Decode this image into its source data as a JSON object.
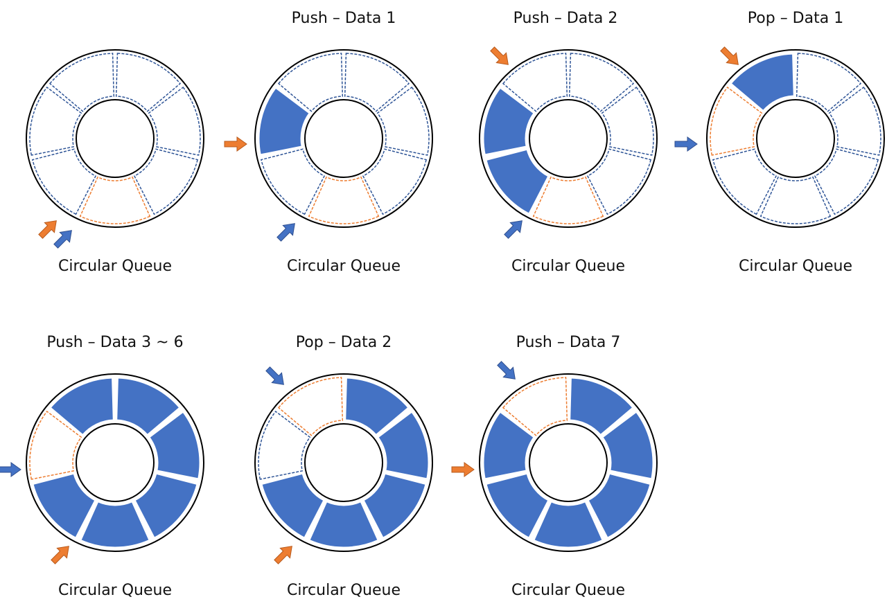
{
  "colors": {
    "filled": "#4472C4",
    "outline_blue": "#2F5597",
    "outline_orange": "#ED7D31",
    "arrow_orange": "#ED7D31",
    "arrow_blue": "#4472C4",
    "ring": "#000000"
  },
  "panels": [
    {
      "title": "",
      "caption": "Circular Queue",
      "slots": [
        "empty-blue",
        "empty-blue",
        "empty-blue",
        "empty-orange",
        "empty-blue",
        "empty-blue",
        "empty-blue"
      ]
    },
    {
      "title": "Push – Data 1",
      "caption": "Circular Queue",
      "slots": [
        "empty-blue",
        "empty-blue",
        "empty-blue",
        "empty-orange",
        "empty-blue",
        "filled",
        "empty-blue"
      ]
    },
    {
      "title": "Push – Data 2",
      "caption": "Circular Queue",
      "slots": [
        "empty-blue",
        "empty-blue",
        "empty-blue",
        "empty-orange",
        "filled",
        "filled",
        "empty-blue"
      ]
    },
    {
      "title": "Pop – Data 1",
      "caption": "Circular Queue",
      "slots": [
        "empty-blue",
        "empty-blue",
        "empty-blue",
        "empty-blue",
        "empty-blue",
        "empty-orange",
        "filled"
      ]
    },
    {
      "title": "Push – Data 3 ~ 6",
      "caption": "Circular Queue",
      "slots": [
        "filled",
        "filled",
        "filled",
        "filled",
        "filled",
        "empty-orange",
        "filled"
      ]
    },
    {
      "title": "Pop – Data 2",
      "caption": "Circular Queue",
      "slots": [
        "filled",
        "filled",
        "filled",
        "filled",
        "filled",
        "empty-blue",
        "empty-orange"
      ]
    },
    {
      "title": "Push – Data 7",
      "caption": "Circular Queue",
      "slots": [
        "filled",
        "filled",
        "filled",
        "filled",
        "filled",
        "filled",
        "empty-orange"
      ]
    }
  ]
}
